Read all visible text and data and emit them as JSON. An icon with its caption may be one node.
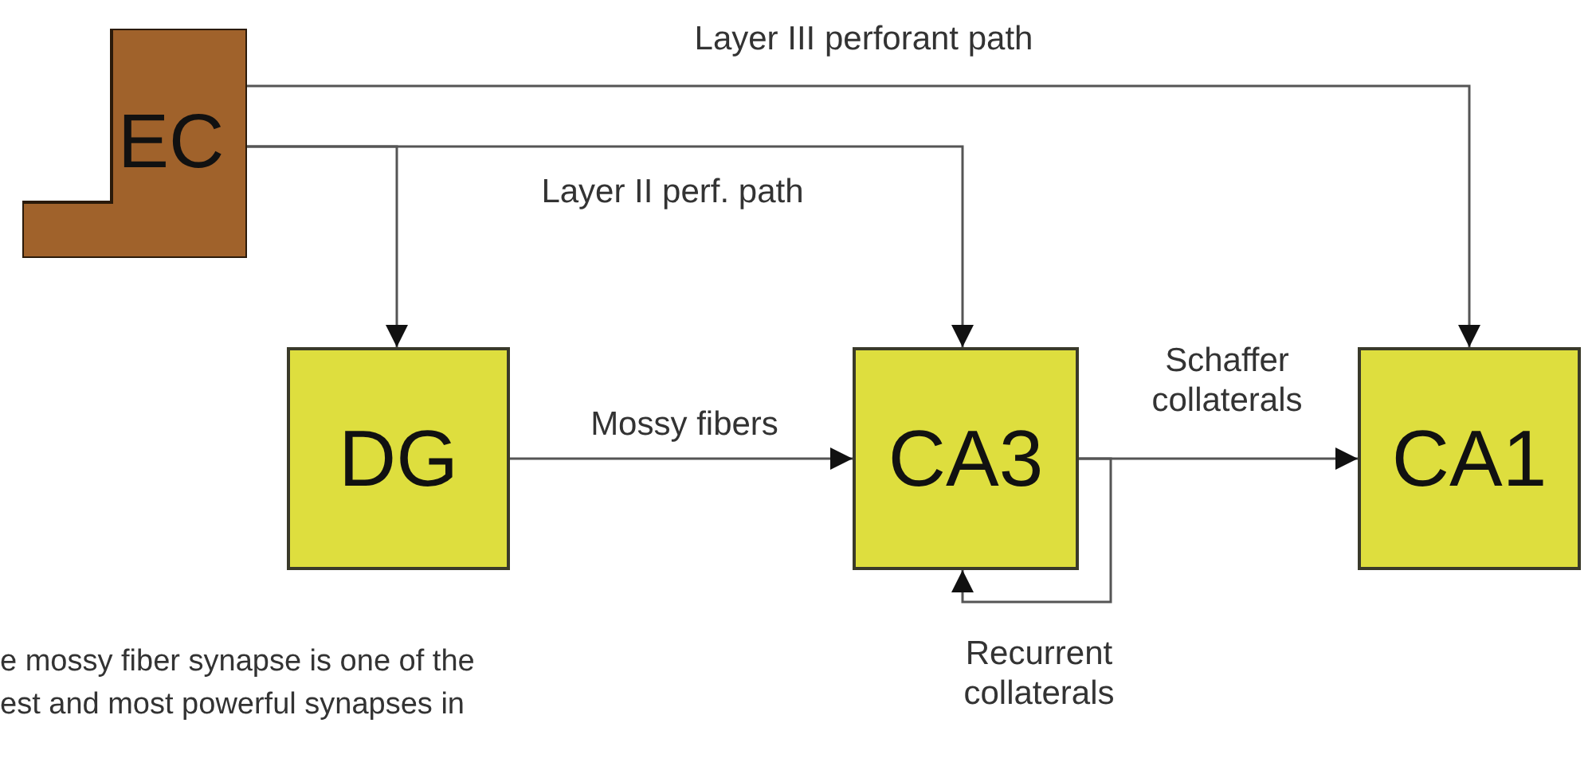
{
  "diagram": {
    "nodes": [
      {
        "text": [
          "EC"
        ]
      },
      {
        "text": [
          "DG"
        ]
      },
      {
        "text": [
          "CA3"
        ]
      },
      {
        "text": [
          "CA1"
        ]
      }
    ],
    "edges": [
      {
        "from": 0,
        "to": 3,
        "arrow": "to",
        "label": "Layer III perforant path"
      },
      {
        "from": 0,
        "to": 2,
        "arrow": "to",
        "label": "Layer II perf. path"
      },
      {
        "from": 0,
        "to": 1,
        "arrow": "to"
      },
      {
        "from": 1,
        "to": 2,
        "arrow": "to",
        "label": "Mossy fibers"
      },
      {
        "from": 2,
        "to": 3,
        "arrow": "to",
        "label": "Schaffer collaterals"
      },
      {
        "from": 2,
        "to": 2,
        "arrow": "to",
        "label": "Recurrent collaterals"
      }
    ],
    "labels": [
      "e mossy fiber synapse is one of the est and most powerful synapses in"
    ]
  }
}
